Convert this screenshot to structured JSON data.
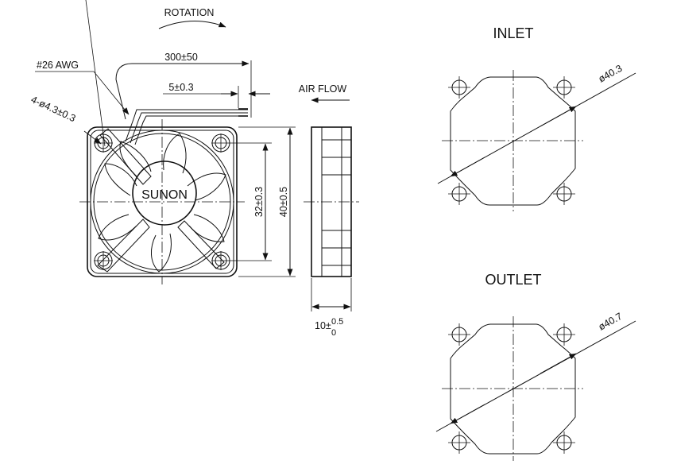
{
  "labels": {
    "rotation": "ROTATION",
    "awg": "#26 AWG",
    "lead_length": "300±50",
    "strip_length": "5±0.3",
    "air_flow": "AIR FLOW",
    "hole_spec": "4-ø4.3±0.3",
    "brand": "SUNON",
    "hole_spacing": "32±0.3",
    "frame_size": "40±0.5",
    "thickness_main": "10±",
    "thickness_upper": "0.5",
    "thickness_lower": "0",
    "inlet_title": "INLET",
    "inlet_diameter": "ø40.3",
    "outlet_title": "OUTLET",
    "outlet_diameter": "ø40.7"
  }
}
